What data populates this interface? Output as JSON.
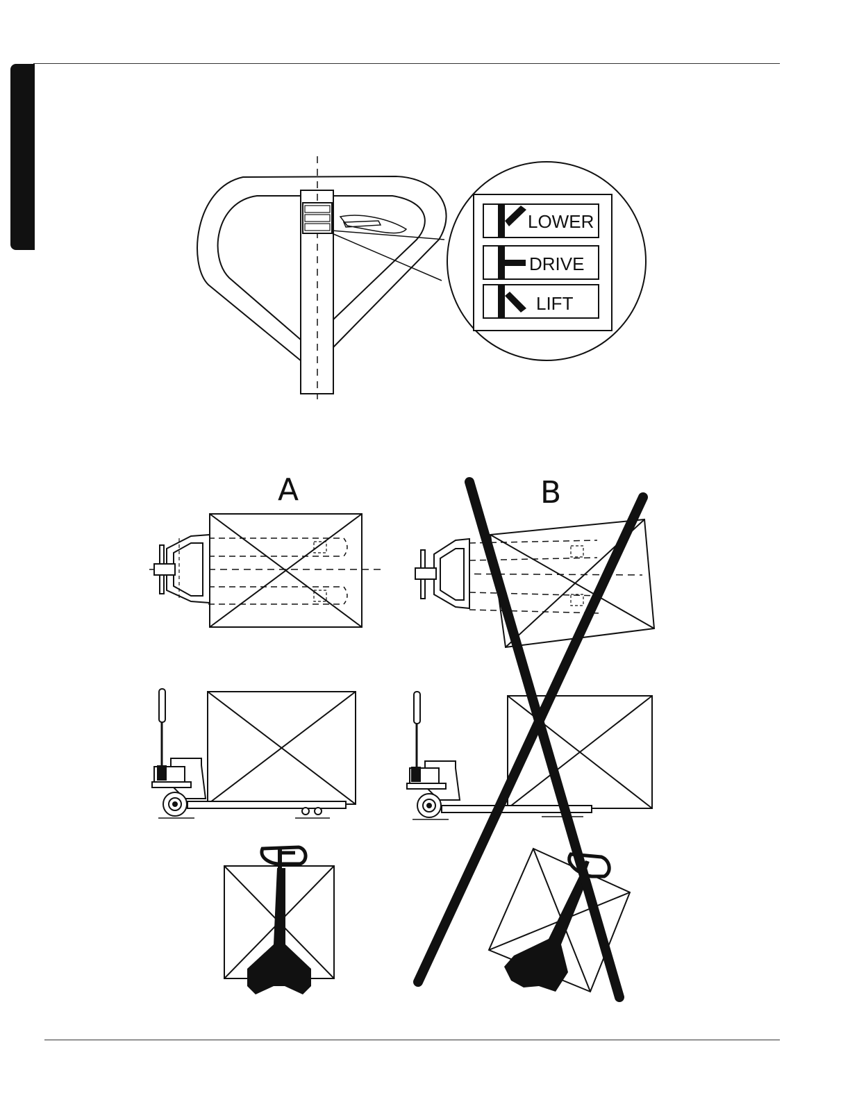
{
  "controls_detail": {
    "positions": [
      "LOWER",
      "DRIVE",
      "LIFT"
    ]
  },
  "panels": {
    "a": {
      "label": "A"
    },
    "b": {
      "label": "B"
    }
  }
}
